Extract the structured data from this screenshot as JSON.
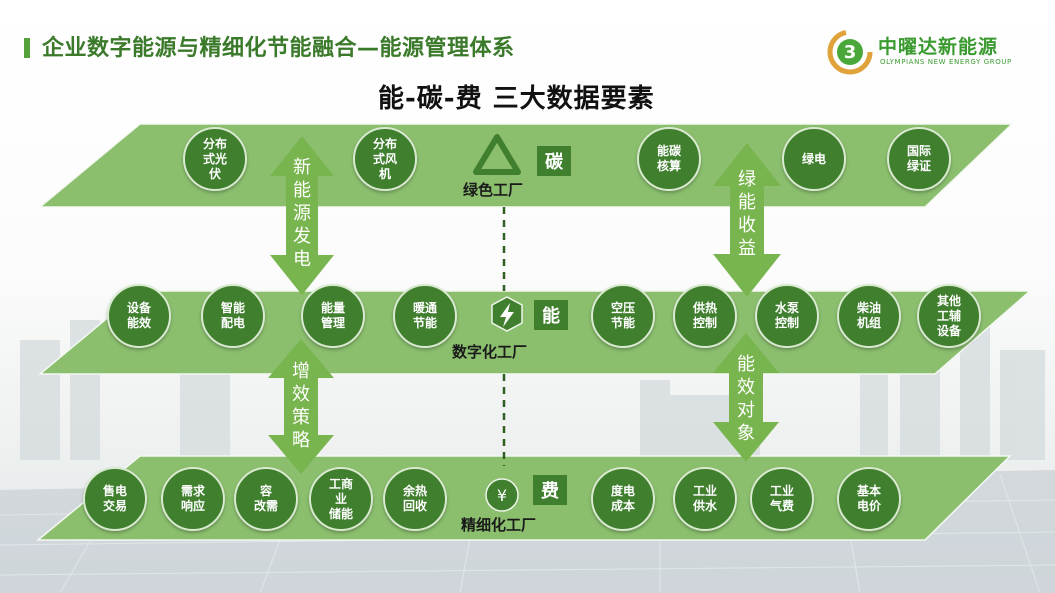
{
  "title": "企业数字能源与精细化节能融合—能源管理体系",
  "subtitle": "能-碳-费 三大数据要素",
  "logo": {
    "name": "中曜达新能源",
    "sub": "OLYMPIANS NEW ENERGY GROUP",
    "mark": "3"
  },
  "colors": {
    "green_dark": "#3f7f2e",
    "green_plane": "#8bbf6e",
    "green_arrow": "#79b54e",
    "title_green": "#3a7a2a"
  },
  "layers": {
    "top": {
      "label": "绿色工厂",
      "badge": "碳",
      "icon": "recycle-triangle-icon",
      "nodes": [
        "分布\n式光\n伏",
        "分布\n式风\n机",
        "能碳\n核算",
        "绿电",
        "国际\n绿证"
      ]
    },
    "middle": {
      "label": "数字化工厂",
      "badge": "能",
      "icon": "lightning-hexagon-icon",
      "nodes": [
        "设备\n能效",
        "智能\n配电",
        "能量\n管理",
        "暖通\n节能",
        "空压\n节能",
        "供热\n控制",
        "水泵\n控制",
        "柴油\n机组",
        "其他\n工辅\n设备"
      ]
    },
    "bottom": {
      "label": "精细化工厂",
      "badge": "费",
      "icon": "yen-circle-icon",
      "icon_glyph": "¥",
      "nodes": [
        "售电\n交易",
        "需求\n响应",
        "容\n改需",
        "工商\n业\n储能",
        "余热\n回收",
        "度电\n成本",
        "工业\n供水",
        "工业\n气费",
        "基本\n电价"
      ]
    }
  },
  "arrows": {
    "new_energy": "新\n能\n源\n发\n电",
    "green_income": "绿\n能\n收\n益",
    "efficiency": "增\n效\n策\n略",
    "energy_target": "能\n效\n对\n象"
  }
}
